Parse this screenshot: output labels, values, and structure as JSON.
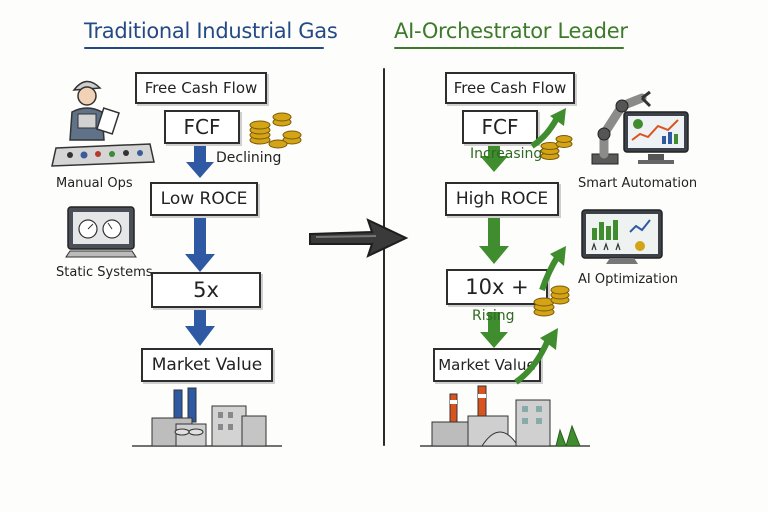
{
  "left": {
    "title": "Traditional Industrial Gas",
    "boxes": {
      "fcf_header": "Free Cash Flow",
      "fcf": "FCF",
      "roce": "Low ROCE",
      "multiple": "5x",
      "market_value": "Market Value"
    },
    "trend_label": "Declining",
    "side_labels": {
      "manual_ops": "Manual Ops",
      "static_systems": "Static Systems"
    }
  },
  "right": {
    "title": "AI-Orchestrator Leader",
    "boxes": {
      "fcf_header": "Free Cash Flow",
      "fcf": "FCF",
      "roce": "High ROCE",
      "multiple": "10x +",
      "market_value": "Market Value"
    },
    "trend_labels": {
      "fcf": "Increasing",
      "multiple": "Rising"
    },
    "side_labels": {
      "smart_automation": "Smart Automation",
      "ai_optimization": "AI Optimization"
    }
  },
  "colors": {
    "left_accent": "#244a86",
    "right_accent": "#3e7a2c",
    "left_arrow": "#2f5aa3",
    "right_arrow": "#3f8d2e",
    "coin": "#d4a417"
  }
}
